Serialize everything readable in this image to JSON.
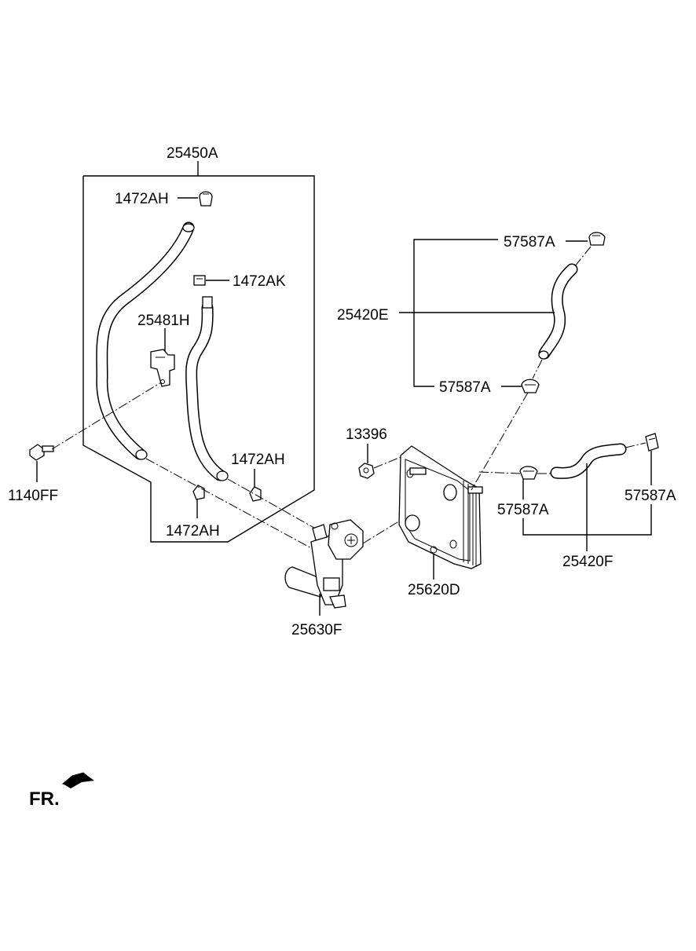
{
  "diagram": {
    "labels": {
      "hose_assy_main": "25450A",
      "clamp_top": "1472AH",
      "clamp_ak": "1472AK",
      "bracket": "25481H",
      "bolt": "1140FF",
      "clamp_right_mid": "1472AH",
      "clamp_bottom": "1472AH",
      "hose_assy_e": "25420E",
      "clamp_e_top": "57587A",
      "clamp_e_bottom": "57587A",
      "nut": "13396",
      "oil_cooler": "25620D",
      "fitting": "25630F",
      "clamp_f_left": "57587A",
      "clamp_f_right": "57587A",
      "hose_assy_f": "25420F"
    },
    "front_indicator": "FR."
  }
}
